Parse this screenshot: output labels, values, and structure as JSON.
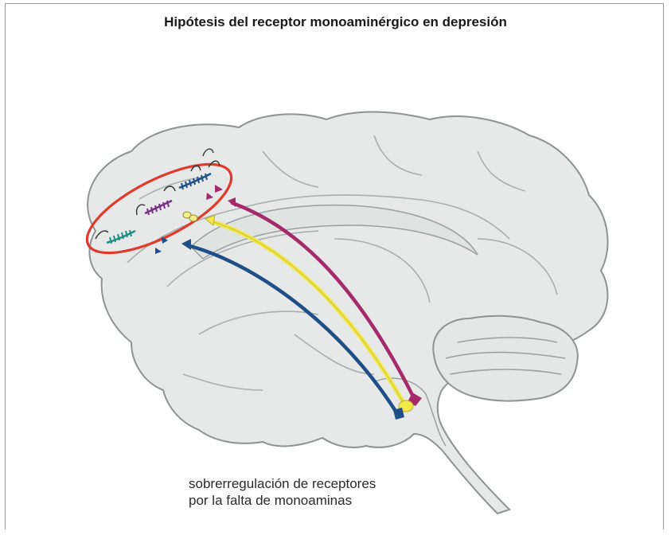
{
  "title": "Hipótesis del receptor monoaminérgico en depresión",
  "caption": {
    "line1": "sobrerregulación de receptores",
    "line2": "por la falta de monoaminas"
  },
  "colors": {
    "brain_fill": "#e6e9e8",
    "brain_outline": "#8d9393",
    "highlight_ellipse": "#e03a2c",
    "pathway_magenta": "#a52a6a",
    "pathway_yellow": "#f2e84a",
    "pathway_blue": "#1f4f86",
    "receptor_teal": "#1f8f86",
    "receptor_purple": "#7a2f8a",
    "receptor_navy": "#1f4f86"
  },
  "pathways": [
    {
      "name": "magenta-pathway",
      "color_key": "pathway_magenta"
    },
    {
      "name": "yellow-pathway",
      "color_key": "pathway_yellow"
    },
    {
      "name": "blue-pathway",
      "color_key": "pathway_blue"
    }
  ]
}
